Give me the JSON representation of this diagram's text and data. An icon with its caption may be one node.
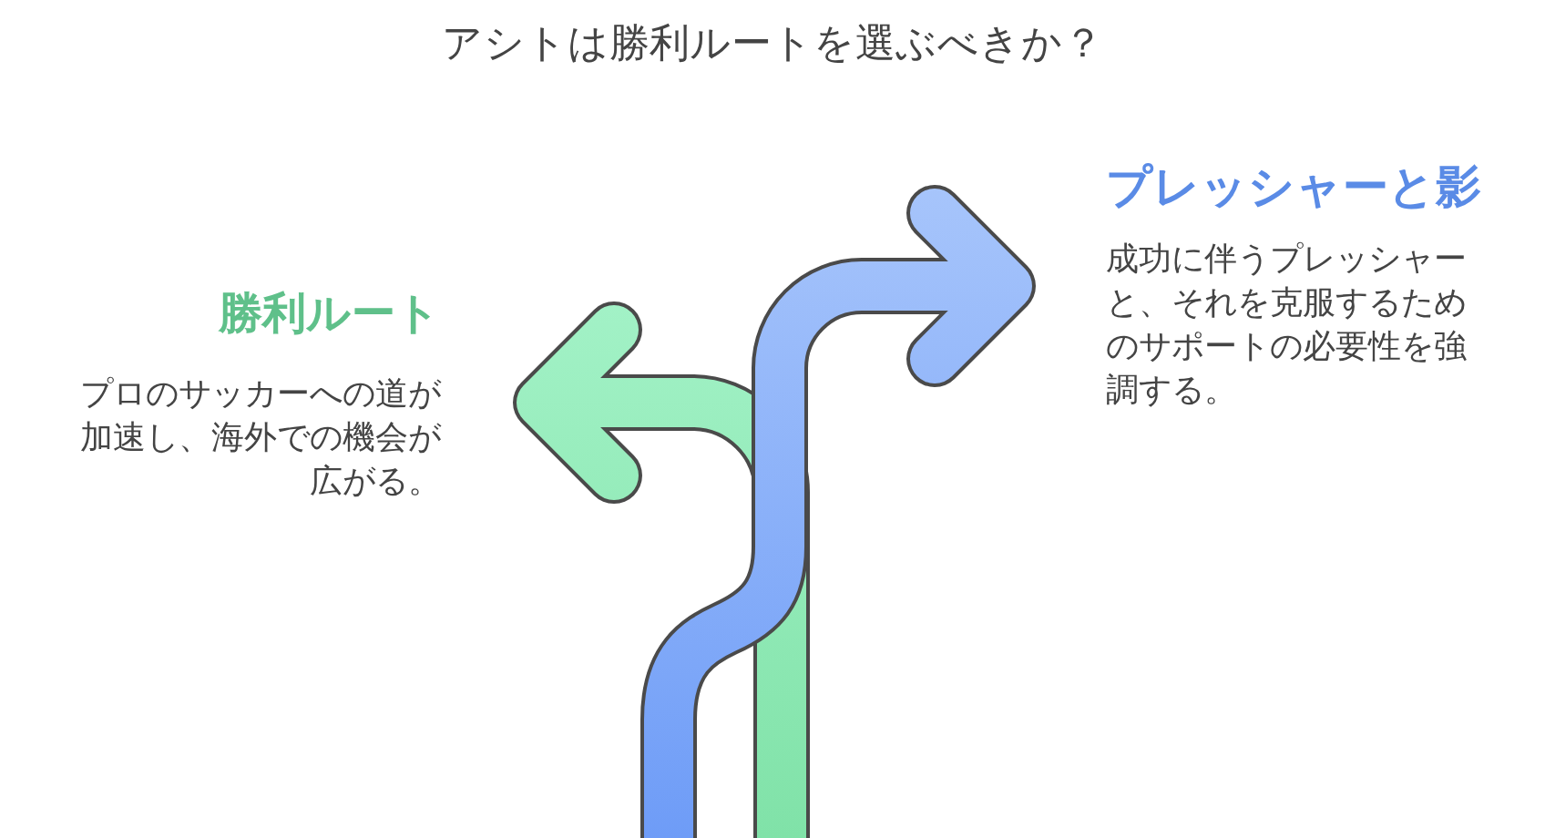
{
  "diagram": {
    "title": "アシトは勝利ルートを選ぶべきか？",
    "labels": [
      "勝利ルート",
      "プロのサッカーへの道が加速し、海外での機会が広がる。",
      "プレッシャーと影",
      "成功に伴うプレッシャーと、それを克服するためのサポートの必要性を強調する。"
    ]
  }
}
